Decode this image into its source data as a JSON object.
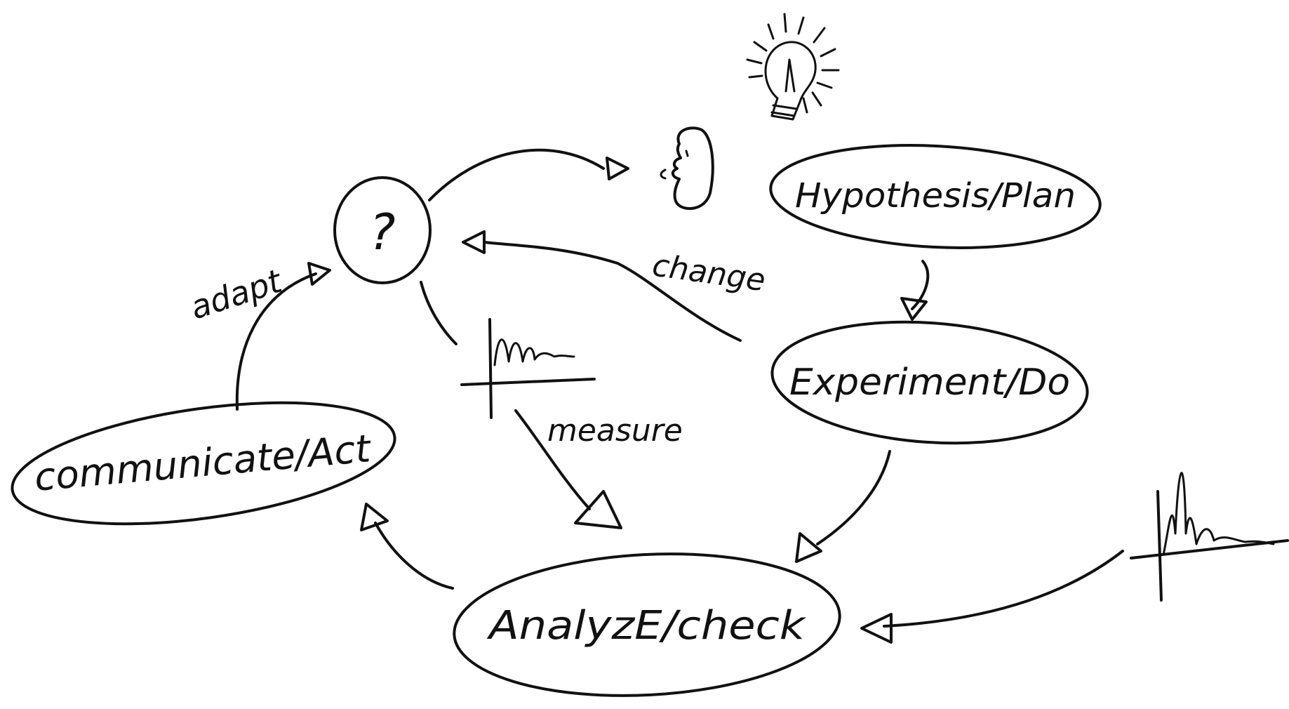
{
  "nodes": {
    "question": {
      "label": "?"
    },
    "hypothesis": {
      "label": "Hypothesis/Plan"
    },
    "experiment": {
      "label": "Experiment/Do"
    },
    "analyze": {
      "label": "AnalyzE/check"
    },
    "communicate": {
      "label": "communicate/Act"
    }
  },
  "edges": {
    "change": {
      "label": "change"
    },
    "measure": {
      "label": "measure"
    },
    "adapt": {
      "label": "adapt"
    }
  },
  "icons": [
    "lightbulb-icon",
    "face-icon",
    "small-graph-icon",
    "spectrum-graph-icon"
  ],
  "colors": {
    "ink": "#111111",
    "background": "#ffffff"
  }
}
